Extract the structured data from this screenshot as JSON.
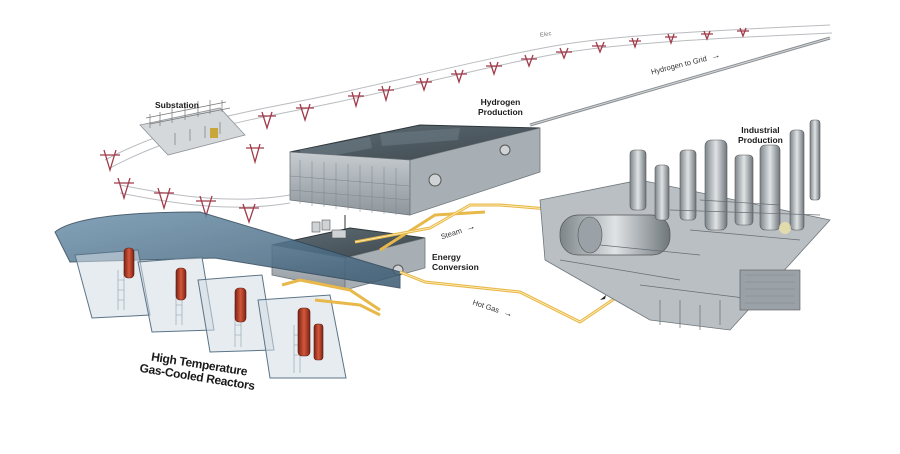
{
  "labels": {
    "substation": "Substation",
    "hydrogen_production": [
      "Hydrogen",
      "Production"
    ],
    "industrial_production": [
      "Industrial",
      "Production"
    ],
    "energy_conversion": [
      "Energy",
      "Conversion"
    ],
    "hydrogen_to_grid": "Hydrogen to Grid",
    "steam": "Steam",
    "hot_gas": "Hot Gas",
    "reactors": [
      "High Temperature",
      "Gas-Cooled Reactors"
    ],
    "top_edge": "Elec"
  },
  "colors": {
    "pipe": "#e8b84a",
    "reactor_core": "#b8412a",
    "tank": "#4a6f8a",
    "building": "#8f9aa2",
    "pylon": "#a03a4a"
  }
}
